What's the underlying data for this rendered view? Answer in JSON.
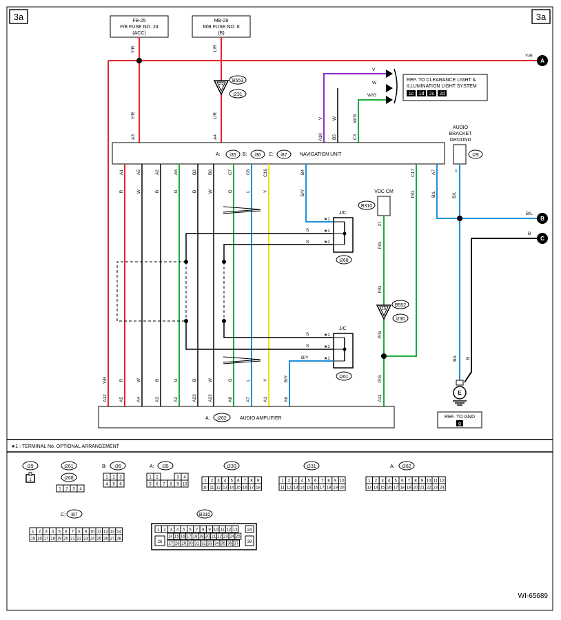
{
  "page": {
    "tag_left": "3a",
    "tag_right": "3a",
    "figure_id": "WI-65689"
  },
  "fuses": [
    {
      "line1": "FB-25",
      "line2": "F/B FUSE NO. 24",
      "line3": "(ACC)"
    },
    {
      "line1": "MB-29",
      "line2": "M/B FUSE NO. 8",
      "line3": "(B)"
    }
  ],
  "top_wires": {
    "yr_top": "Y/R",
    "yr_right": "Y/R",
    "lr_top": "L/R",
    "yr_mid": "Y/R",
    "lr_mid": "L/R"
  },
  "ref_clearance": {
    "line1": "REF. TO CLEARANCE LIGHT &",
    "line2": "ILLUMINATION LIGHT SYSTEM",
    "codes": [
      "1c",
      "1d",
      "2c",
      "2d"
    ],
    "wires": [
      "V",
      "W",
      "W/G"
    ]
  },
  "nav": {
    "label": "NAVIGATION UNIT",
    "conn_a": "A:",
    "conn_a_id": "i35",
    "conn_b": "B:",
    "conn_b_id": "i36",
    "conn_c": "C:",
    "conn_c_id": "i87",
    "top_pins": [
      "A3",
      "A4",
      "A10",
      "B5",
      "C3"
    ],
    "top_wire_colors": [
      "Y/R",
      "L/R",
      "V",
      "W",
      "W/G"
    ],
    "bottom_pins": [
      "A1",
      "A5",
      "A2",
      "A6",
      "B2",
      "B6",
      "C7",
      "C8",
      "C16",
      "B4",
      "C17",
      "A7"
    ],
    "bottom_wire_colors": [
      "R",
      "W",
      "B",
      "G",
      "B",
      "W",
      "G",
      "L",
      "Y",
      "B/Y",
      "P/G",
      "B/L"
    ]
  },
  "ground": {
    "line1": "AUDIO",
    "line2": "BRACKET",
    "line3": "GROUND",
    "conn_id": "i29",
    "pin": "1",
    "wire": "B/L"
  },
  "vdc": {
    "label": "VDC CM",
    "conn_id": "B310",
    "pin": "27",
    "wire": "P/G"
  },
  "joints": {
    "b553": "B553",
    "i231": "i231",
    "b553_pin": "21",
    "b552": "B552",
    "i230": "i230",
    "b552_pin": "15",
    "jc": "J/C",
    "i268": "i268",
    "i261": "i261",
    "s": "S",
    "by": "B/Y",
    "star1": "★1"
  },
  "right_wires": {
    "bl": "B/L",
    "b": "B"
  },
  "amp": {
    "label": "AUDIO AMPLIFIER",
    "conn_a": "A:",
    "conn_id": "i262",
    "pins": [
      "A12",
      "A5",
      "A4",
      "A3",
      "A2",
      "A23",
      "A22",
      "A8",
      "A7",
      "A1",
      "A6",
      "A11"
    ],
    "wire_colors": [
      "Y/R",
      "R",
      "W",
      "B",
      "G",
      "B",
      "W",
      "G",
      "L",
      "Y",
      "B/Y",
      "P/G"
    ]
  },
  "ref_gnd": {
    "label": "REF. TO GND",
    "code": "g",
    "e": "E",
    "wire_bl": "B/L",
    "wire_b": "B"
  },
  "markers": {
    "a": "A",
    "b": "B",
    "c": "C"
  },
  "footnote": "★1 : TERMINAL No. OPTIONAL ARRANGEMENT",
  "connectors": {
    "i29": {
      "id": "i29",
      "cells": [
        "1"
      ]
    },
    "i261": {
      "id": "i261"
    },
    "i268": {
      "id": "i268",
      "cells": [
        "1",
        "2",
        "3",
        "4"
      ]
    },
    "i36": {
      "prefix": "B:",
      "id": "i36",
      "cells": [
        "1",
        "2",
        "3",
        "4",
        "5",
        "6"
      ]
    },
    "i35": {
      "prefix": "A:",
      "id": "i35",
      "cells": [
        "1",
        "2",
        "3",
        "4",
        "5",
        "6",
        "7",
        "8",
        "9",
        "10"
      ]
    },
    "i230": {
      "id": "i230",
      "row1": [
        "1",
        "2",
        "3",
        "4",
        "5",
        "6",
        "7",
        "8",
        "9"
      ],
      "row2": [
        "10",
        "11",
        "12",
        "13",
        "14",
        "15",
        "16",
        "17",
        "18"
      ]
    },
    "i231": {
      "id": "i231",
      "row1": [
        "1",
        "2",
        "3",
        "4",
        "5",
        "6",
        "7",
        "8",
        "9",
        "10"
      ],
      "row2": [
        "11",
        "12",
        "13",
        "14",
        "15",
        "16",
        "17",
        "18",
        "19",
        "20"
      ]
    },
    "i262": {
      "prefix": "A:",
      "id": "i262",
      "row1": [
        "1",
        "2",
        "3",
        "4",
        "5",
        "6",
        "7",
        "8",
        "9",
        "10",
        "11",
        "12"
      ],
      "row2": [
        "13",
        "14",
        "15",
        "16",
        "17",
        "18",
        "19",
        "20",
        "21",
        "22",
        "23",
        "24"
      ]
    },
    "i87": {
      "prefix": "C:",
      "id": "i87",
      "row1": [
        "1",
        "2",
        "3",
        "4",
        "5",
        "6",
        "7",
        "8",
        "9",
        "10",
        "11",
        "12",
        "13",
        "14"
      ],
      "row2": [
        "15",
        "16",
        "17",
        "18",
        "19",
        "20",
        "21",
        "22",
        "23",
        "24",
        "25",
        "26",
        "27",
        "28"
      ]
    },
    "B310": {
      "id": "B310",
      "row1": [
        "1",
        "2",
        "3",
        "4",
        "5",
        "6",
        "7",
        "8",
        "9",
        "10",
        "11",
        "12",
        "13"
      ],
      "extra1": "24",
      "row2": [
        "14",
        "15",
        "16",
        "17",
        "18",
        "19",
        "20",
        "21",
        "22",
        "23",
        "24",
        "25"
      ],
      "row3": [
        "27",
        "28",
        "29",
        "30",
        "31",
        "32",
        "33",
        "34",
        "35",
        "36",
        "37"
      ],
      "left2": "26",
      "right3": "38"
    }
  },
  "colors": {
    "red": "#e8232a",
    "blue": "#1e90d8",
    "green": "#1bab3c",
    "purple": "#8e2bc4",
    "yellow": "#f0e000",
    "black": "#000000"
  }
}
